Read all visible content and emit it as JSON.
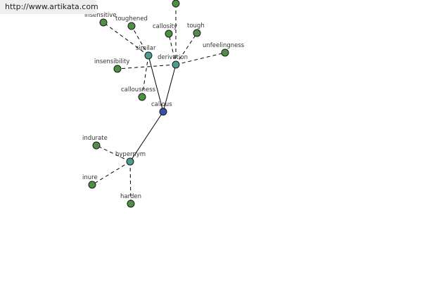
{
  "source_url": "http://www.artikata.com",
  "colors": {
    "root": "#3a4fa3",
    "relation": "#4b9b8f",
    "word": "#4f8f45"
  },
  "graph": {
    "nodes": [
      {
        "id": "callous",
        "label": "callous",
        "kind": "root"
      },
      {
        "id": "similar",
        "label": "similar",
        "kind": "relation"
      },
      {
        "id": "derivation",
        "label": "derivation",
        "kind": "relation"
      },
      {
        "id": "hypernym",
        "label": "hypernym",
        "kind": "relation"
      },
      {
        "id": "insensitive",
        "label": "insensitive",
        "kind": "word"
      },
      {
        "id": "toughened",
        "label": "toughened",
        "kind": "word"
      },
      {
        "id": "callosity",
        "label": "callosity",
        "kind": "word"
      },
      {
        "id": "tough",
        "label": "tough",
        "kind": "word"
      },
      {
        "id": "unfeelingness",
        "label": "unfeelingness",
        "kind": "word"
      },
      {
        "id": "insensibility",
        "label": "insensibility",
        "kind": "word"
      },
      {
        "id": "callousness",
        "label": "callousness",
        "kind": "word"
      },
      {
        "id": "top-node",
        "label": "",
        "kind": "word"
      },
      {
        "id": "indurate",
        "label": "indurate",
        "kind": "word"
      },
      {
        "id": "inure",
        "label": "inure",
        "kind": "word"
      },
      {
        "id": "harden",
        "label": "harden",
        "kind": "word"
      }
    ],
    "edges": [
      {
        "from": "callous",
        "to": "similar",
        "style": "solid"
      },
      {
        "from": "callous",
        "to": "derivation",
        "style": "solid"
      },
      {
        "from": "callous",
        "to": "hypernym",
        "style": "solid"
      },
      {
        "from": "similar",
        "to": "insensitive",
        "style": "dashed"
      },
      {
        "from": "similar",
        "to": "toughened",
        "style": "dashed"
      },
      {
        "from": "similar",
        "to": "callousness",
        "style": "dashed"
      },
      {
        "from": "derivation",
        "to": "tough",
        "style": "dashed"
      },
      {
        "from": "derivation",
        "to": "unfeelingness",
        "style": "dashed"
      },
      {
        "from": "derivation",
        "to": "insensibility",
        "style": "dashed"
      },
      {
        "from": "derivation",
        "to": "callosity",
        "style": "dashed"
      },
      {
        "from": "derivation",
        "to": "top-node",
        "style": "dashed"
      },
      {
        "from": "hypernym",
        "to": "indurate",
        "style": "dashed"
      },
      {
        "from": "hypernym",
        "to": "inure",
        "style": "dashed"
      },
      {
        "from": "hypernym",
        "to": "harden",
        "style": "dashed"
      }
    ]
  }
}
